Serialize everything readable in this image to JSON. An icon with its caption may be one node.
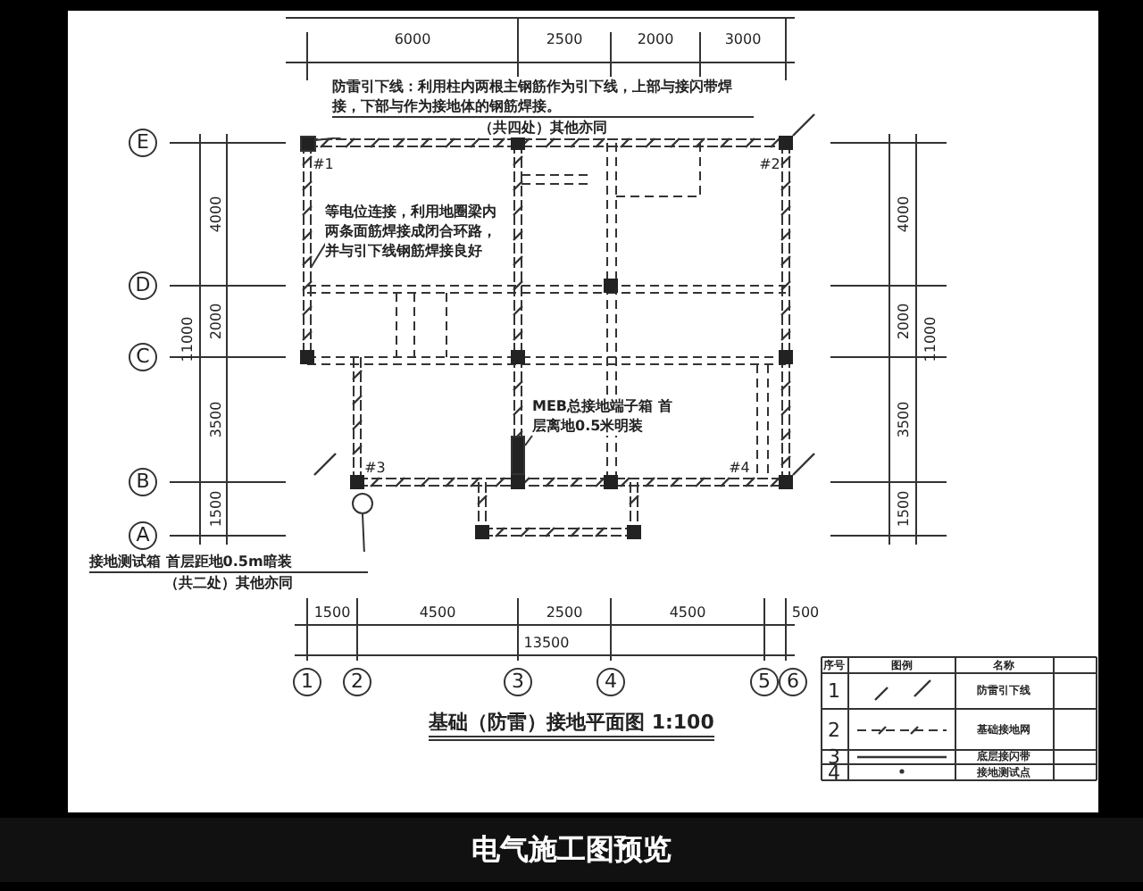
{
  "diagram": {
    "title": "基础（防雷）接地平面图 1:100",
    "caption": "电气施工图预览",
    "nodes": [
      {
        "text": [
          "防雷引下线：利用柱内两根主钢筋作为引下线，上部与接闪带焊接，下部与作为接地体的钢筋焊接。",
          "（共四处）其他亦同"
        ]
      },
      {
        "text": [],
        "shape": "box"
      },
      {
        "text": [
          "等电位连接，利用地圈梁内两条面筋焊接成闭合环路，并与引下线钢筋焊接良好"
        ]
      },
      {
        "text": [
          "MEB总接地端子箱 首层离地0.5米明装"
        ]
      },
      {
        "text": [],
        "shape": "box"
      },
      {
        "text": [
          "接地测试箱 首层距地0.5m暗装",
          "（共二处）其他亦同"
        ]
      },
      {
        "text": [],
        "shape": "circle"
      }
    ],
    "edges": [
      {
        "from": 0,
        "to": 1,
        "arrow": "none"
      },
      {
        "from": 2,
        "to": null,
        "arrow": "none"
      },
      {
        "from": 3,
        "to": 4,
        "arrow": "none"
      },
      {
        "from": 5,
        "to": 6,
        "arrow": "none"
      }
    ],
    "labels": [
      "6000",
      "2500",
      "2000",
      "3000",
      "#1",
      "#2",
      "#3",
      "#4",
      "E",
      "D",
      "C",
      "B",
      "A",
      "4000",
      "2000",
      "3500",
      "1500",
      "11000",
      "4000",
      "2000",
      "3500",
      "1500",
      "11000",
      "1500",
      "4500",
      "2500",
      "4500",
      "500",
      "13500",
      "1",
      "2",
      "3",
      "4",
      "5",
      "6",
      "序号",
      "图例",
      "名称",
      "1",
      "防雷引下线",
      "2",
      "基础接地网",
      "3",
      "底层接闪带",
      "4",
      "接地测试点"
    ]
  }
}
